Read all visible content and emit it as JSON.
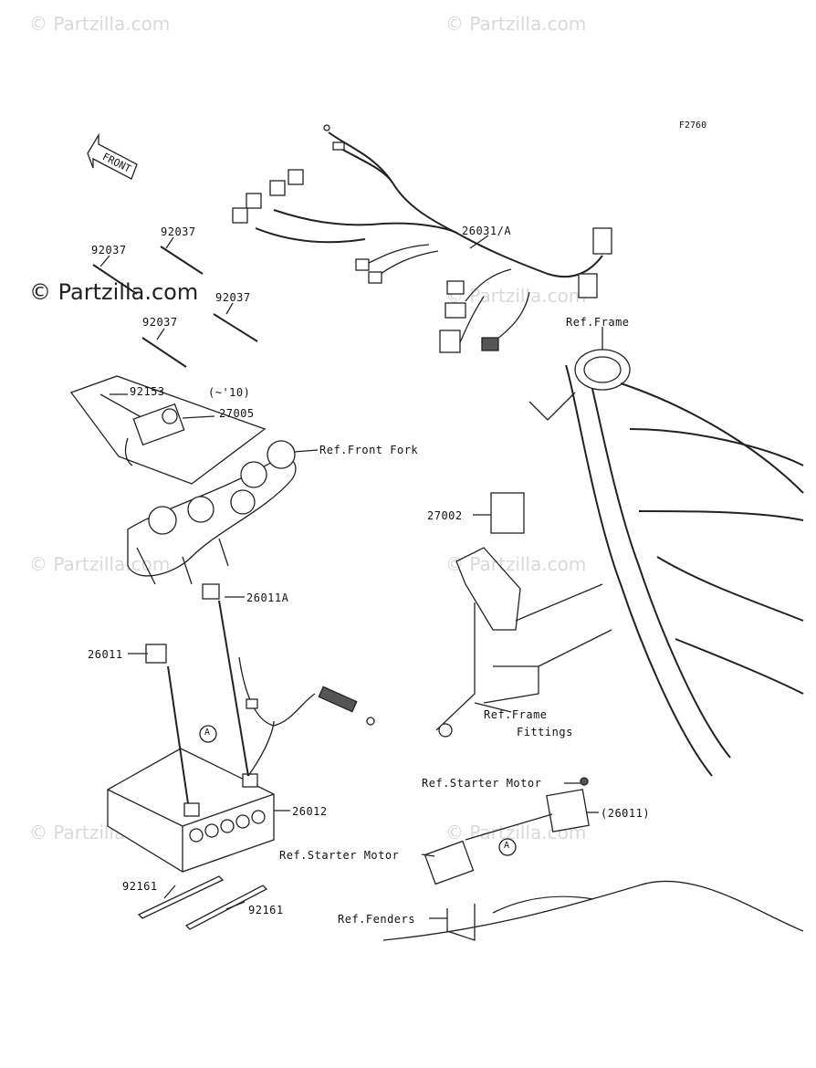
{
  "figure_code": "F2760",
  "front_arrow": "FRONT",
  "brand": "© Partzilla.com",
  "watermark": "© Partzilla.com",
  "callouts": {
    "harness": "26031/A",
    "strap_1": "92037",
    "strap_2": "92037",
    "strap_3": "92037",
    "strap_4": "92037",
    "bolt": "92153",
    "relay_note": "(~'10)",
    "relay": "27005",
    "front_fork": "Ref.Front Fork",
    "frame": "Ref.Frame",
    "relay_box": "27002",
    "lead_a": "26011A",
    "cable": "26011",
    "battery": "26012",
    "strip_1": "92161",
    "strip_2": "92161",
    "frame_fittings_1": "Ref.Frame",
    "frame_fittings_2": "Fittings",
    "starter_motor_1": "Ref.Starter Motor",
    "starter_cable": "(26011)",
    "starter_motor_2": "Ref.Starter Motor",
    "fenders": "Ref.Fenders",
    "point_a_1": "A",
    "point_a_2": "A"
  }
}
